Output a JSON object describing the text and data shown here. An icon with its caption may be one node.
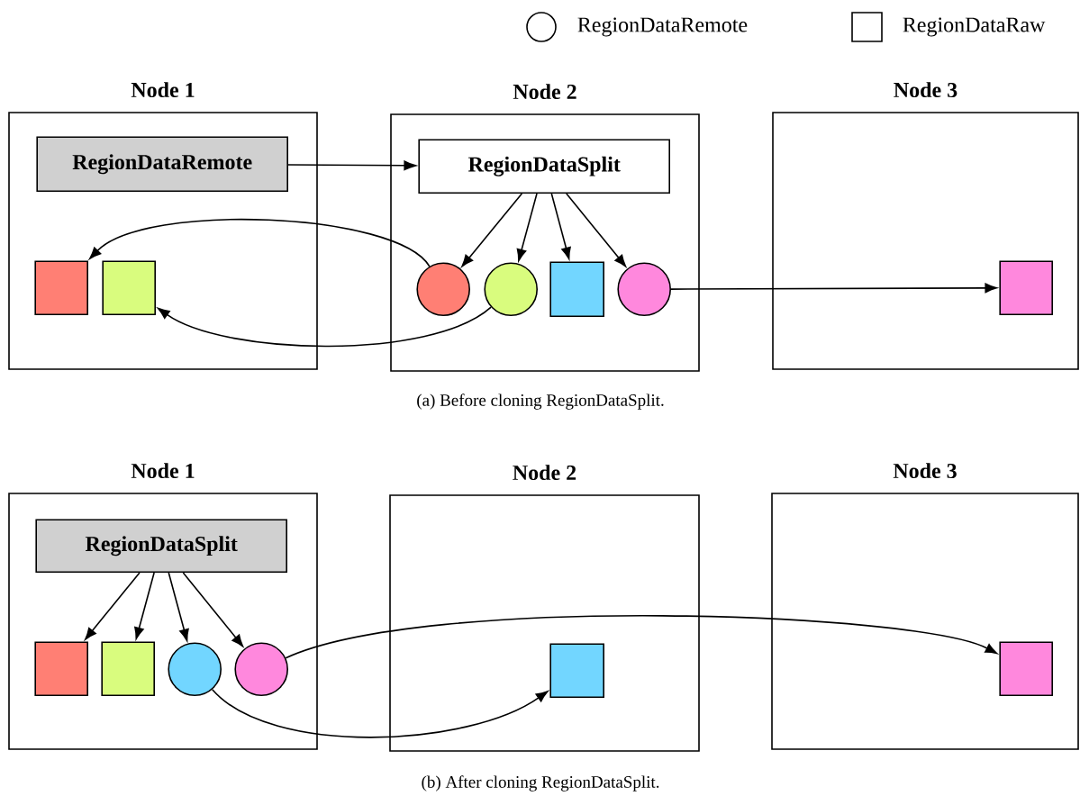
{
  "diagram": {
    "nodes": [
      {
        "text": [
          "Node 1"
        ]
      },
      {
        "text": [
          "RegionDataRemote"
        ],
        "in": 0
      },
      {
        "text": [],
        "shape": "box",
        "in": 0
      },
      {
        "text": [],
        "shape": "box",
        "in": 0
      },
      {
        "text": [
          "Node 2"
        ]
      },
      {
        "text": [
          "RegionDataSplit"
        ],
        "in": 4
      },
      {
        "text": [],
        "shape": "circle",
        "in": 4
      },
      {
        "text": [],
        "shape": "circle",
        "in": 4
      },
      {
        "text": [],
        "shape": "box",
        "in": 4
      },
      {
        "text": [],
        "shape": "circle",
        "in": 4
      },
      {
        "text": [
          "Node 3"
        ]
      },
      {
        "text": [],
        "shape": "box",
        "in": 10
      },
      {
        "text": [
          "Node 1"
        ]
      },
      {
        "text": [
          "RegionDataSplit"
        ],
        "in": 12
      },
      {
        "text": [],
        "shape": "box",
        "in": 12
      },
      {
        "text": [],
        "shape": "box",
        "in": 12
      },
      {
        "text": [],
        "shape": "circle",
        "in": 12
      },
      {
        "text": [],
        "shape": "circle",
        "in": 12
      },
      {
        "text": [
          "Node 2"
        ]
      },
      {
        "text": [],
        "shape": "box",
        "in": 18
      },
      {
        "text": [
          "Node 3"
        ]
      },
      {
        "text": [],
        "shape": "box",
        "in": 20
      }
    ],
    "edges": [
      {
        "from": 1,
        "to": 5,
        "arrow": "to"
      },
      {
        "from": 5,
        "to": 6,
        "arrow": "to"
      },
      {
        "from": 5,
        "to": 7,
        "arrow": "to"
      },
      {
        "from": 5,
        "to": 8,
        "arrow": "to"
      },
      {
        "from": 5,
        "to": 9,
        "arrow": "to"
      },
      {
        "from": 6,
        "to": 2,
        "arrow": "to"
      },
      {
        "from": 7,
        "to": 3,
        "arrow": "to"
      },
      {
        "from": 9,
        "to": 11,
        "arrow": "to"
      },
      {
        "from": 13,
        "to": 14,
        "arrow": "to"
      },
      {
        "from": 13,
        "to": 15,
        "arrow": "to"
      },
      {
        "from": 13,
        "to": 16,
        "arrow": "to"
      },
      {
        "from": 13,
        "to": 17,
        "arrow": "to"
      },
      {
        "from": 16,
        "to": 19,
        "arrow": "to"
      },
      {
        "from": 17,
        "to": 21,
        "arrow": "to"
      }
    ],
    "labels": [
      "(a) Before cloning RegionDataSplit.",
      "(b) After cloning RegionDataSplit."
    ],
    "legend": [
      {
        "text": "RegionDataRemote"
      },
      {
        "text": "RegionDataRaw"
      }
    ]
  }
}
